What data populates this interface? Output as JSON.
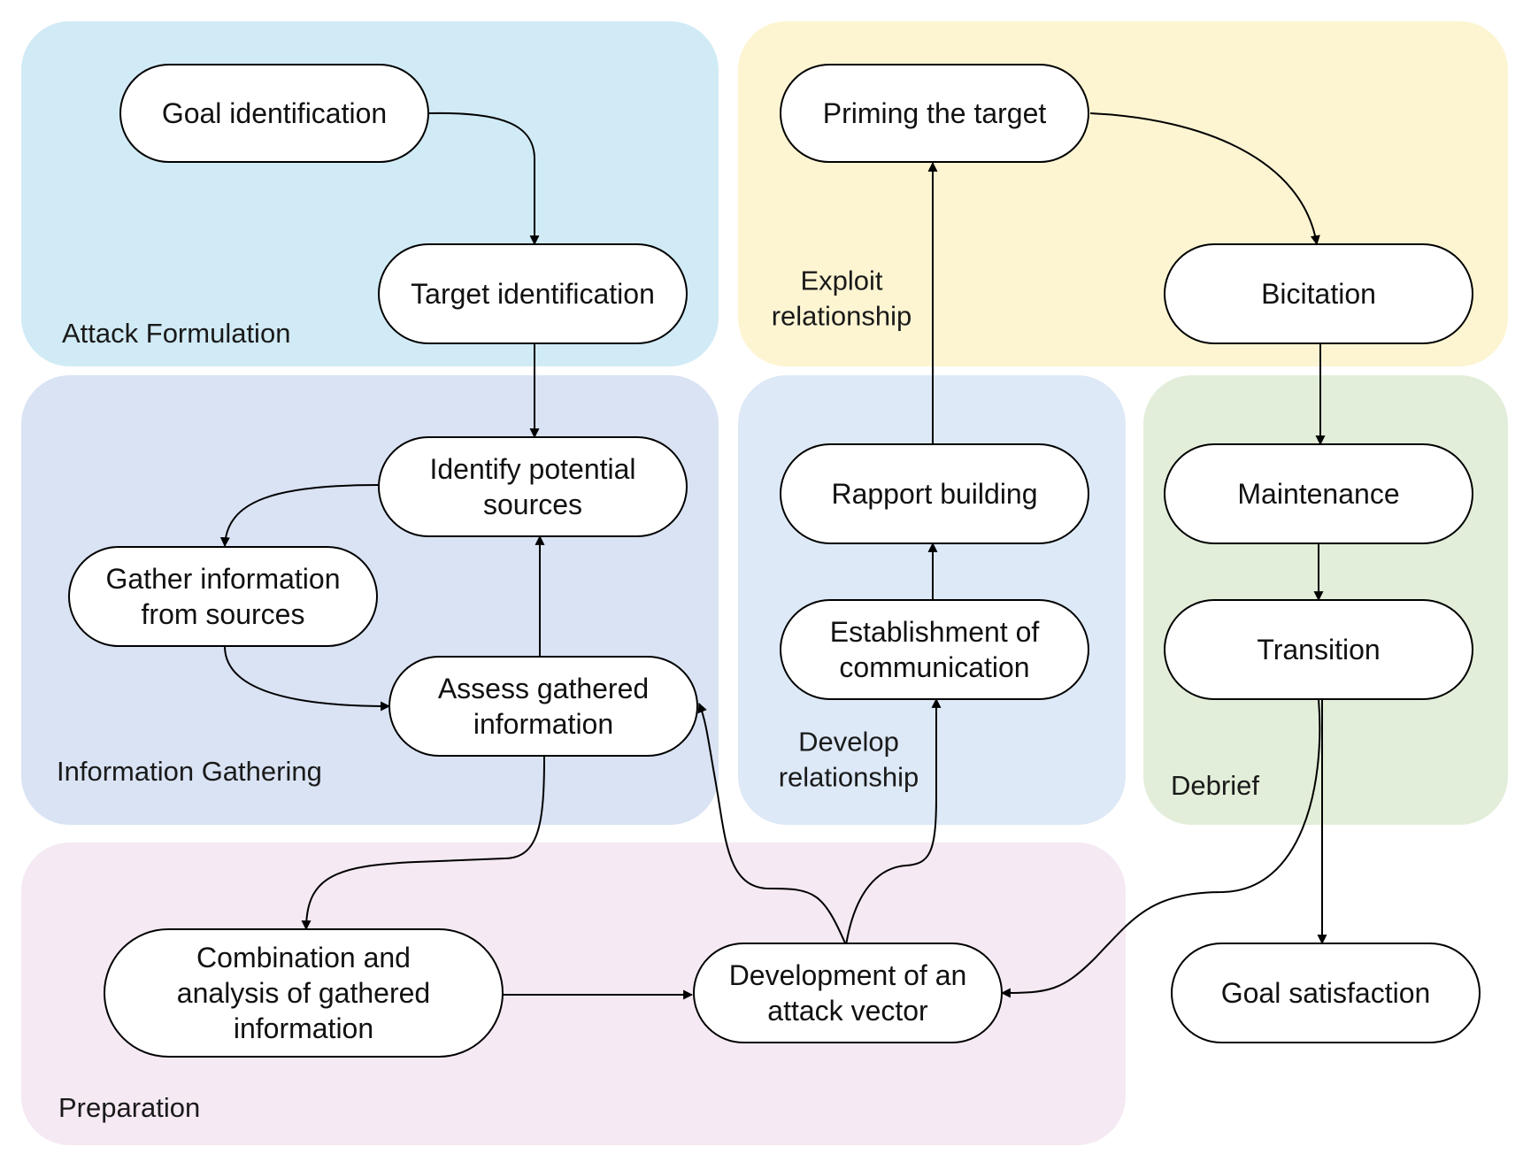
{
  "regions": [
    {
      "id": "attack-formulation",
      "label": "Attack Formulation",
      "color": "#d1ebf6"
    },
    {
      "id": "exploit-relationship",
      "label": "Exploit\nrelationship",
      "color": "#fdf5d2"
    },
    {
      "id": "information-gathering",
      "label": "Information Gathering",
      "color": "#d9e3f4"
    },
    {
      "id": "develop-relationship",
      "label": "Develop\nrelationship",
      "color": "#dde9f7"
    },
    {
      "id": "debrief",
      "label": "Debrief",
      "color": "#e2eed9"
    },
    {
      "id": "preparation",
      "label": "Preparation",
      "color": "#f5e9f3"
    }
  ],
  "nodes": [
    {
      "id": "goal-identification",
      "label": "Goal identification"
    },
    {
      "id": "target-identification",
      "label": "Target identification"
    },
    {
      "id": "identify-potential-sources",
      "label": "Identify potential\nsources"
    },
    {
      "id": "gather-information-from-sources",
      "label": "Gather information\nfrom sources"
    },
    {
      "id": "assess-gathered-information",
      "label": "Assess gathered\ninformation"
    },
    {
      "id": "priming-the-target",
      "label": "Priming the target"
    },
    {
      "id": "bicitation",
      "label": "Bicitation"
    },
    {
      "id": "rapport-building",
      "label": "Rapport building"
    },
    {
      "id": "establishment-of-communication",
      "label": "Establishment of\ncommunication"
    },
    {
      "id": "maintenance",
      "label": "Maintenance"
    },
    {
      "id": "transition",
      "label": "Transition"
    },
    {
      "id": "combination-and-analysis",
      "label": "Combination and\nanalysis of gathered\ninformation"
    },
    {
      "id": "development-of-attack-vector",
      "label": "Development of an\nattack vector"
    },
    {
      "id": "goal-satisfaction",
      "label": "Goal satisfaction"
    }
  ],
  "edges": [
    {
      "from": "goal-identification",
      "to": "target-identification"
    },
    {
      "from": "target-identification",
      "to": "identify-potential-sources"
    },
    {
      "from": "identify-potential-sources",
      "to": "gather-information-from-sources"
    },
    {
      "from": "gather-information-from-sources",
      "to": "assess-gathered-information"
    },
    {
      "from": "assess-gathered-information",
      "to": "identify-potential-sources"
    },
    {
      "from": "assess-gathered-information",
      "to": "combination-and-analysis"
    },
    {
      "from": "combination-and-analysis",
      "to": "development-of-attack-vector"
    },
    {
      "from": "development-of-attack-vector",
      "to": "assess-gathered-information"
    },
    {
      "from": "development-of-attack-vector",
      "to": "establishment-of-communication"
    },
    {
      "from": "establishment-of-communication",
      "to": "rapport-building"
    },
    {
      "from": "rapport-building",
      "to": "priming-the-target"
    },
    {
      "from": "priming-the-target",
      "to": "bicitation"
    },
    {
      "from": "bicitation",
      "to": "maintenance"
    },
    {
      "from": "maintenance",
      "to": "transition"
    },
    {
      "from": "transition",
      "to": "development-of-attack-vector"
    },
    {
      "from": "transition",
      "to": "goal-satisfaction"
    }
  ]
}
